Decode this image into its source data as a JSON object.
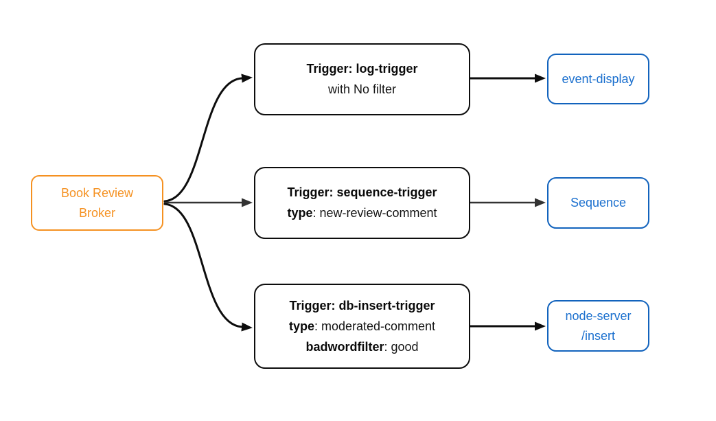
{
  "diagram": {
    "type": "eventing-flow",
    "background": "#ffffff",
    "colors": {
      "broker_accent": "#f59121",
      "trigger_border": "#0d0d0d",
      "sink_border": "#1263bd",
      "sink_text": "#1a6fce",
      "edge_black": "#0d0d0d",
      "edge_gray": "#333333"
    },
    "broker": {
      "line1": "Book Review",
      "line2": "Broker"
    },
    "triggers": [
      {
        "line1_bold": "Trigger: log-trigger",
        "line2": "with No filter"
      },
      {
        "line1_bold": "Trigger: sequence-trigger",
        "line2_key": "type",
        "line2_rest": ": new-review-comment"
      },
      {
        "line1_bold": "Trigger: db-insert-trigger",
        "line2_key": "type",
        "line2_rest": ": moderated-comment",
        "line3_key": "badwordfilter",
        "line3_rest": ": good"
      }
    ],
    "sinks": [
      {
        "line1": "event-display"
      },
      {
        "line1": "Sequence"
      },
      {
        "line1": "node-server",
        "line2": "/insert"
      }
    ]
  }
}
